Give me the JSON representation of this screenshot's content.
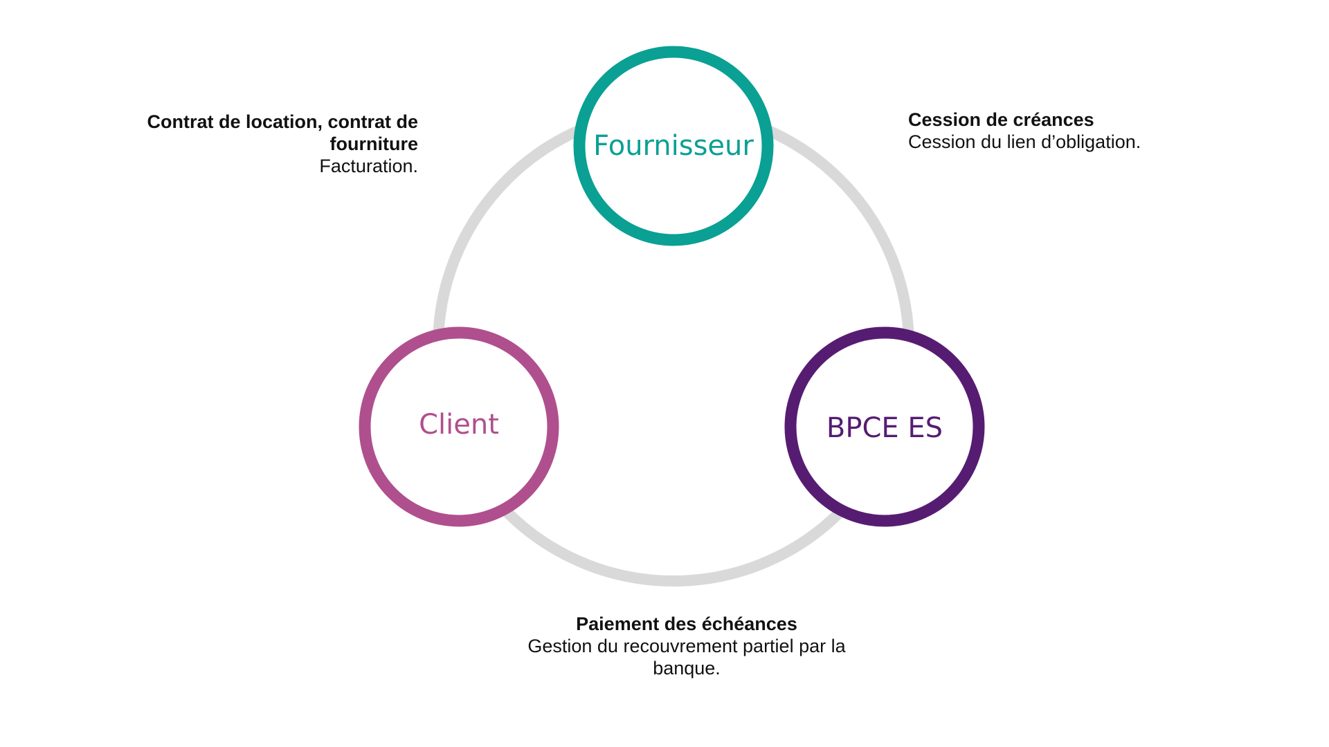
{
  "colors": {
    "ring": "#d9d9d9",
    "fournisseur": "#0aa094",
    "client": "#b04f8e",
    "bpce": "#561c72",
    "text": "#111111"
  },
  "nodes": {
    "fournisseur": {
      "label": "Fournisseur"
    },
    "client": {
      "label": "Client"
    },
    "bpce": {
      "label": "BPCE ES"
    }
  },
  "notes": {
    "left": {
      "title": "Contrat de location, contrat de fourniture",
      "body": "Facturation."
    },
    "right": {
      "title": "Cession de créances",
      "body": "Cession du lien d’obligation."
    },
    "bottom": {
      "title": "Paiement des échéances",
      "body": "Gestion du recouvrement partiel par la banque."
    }
  }
}
